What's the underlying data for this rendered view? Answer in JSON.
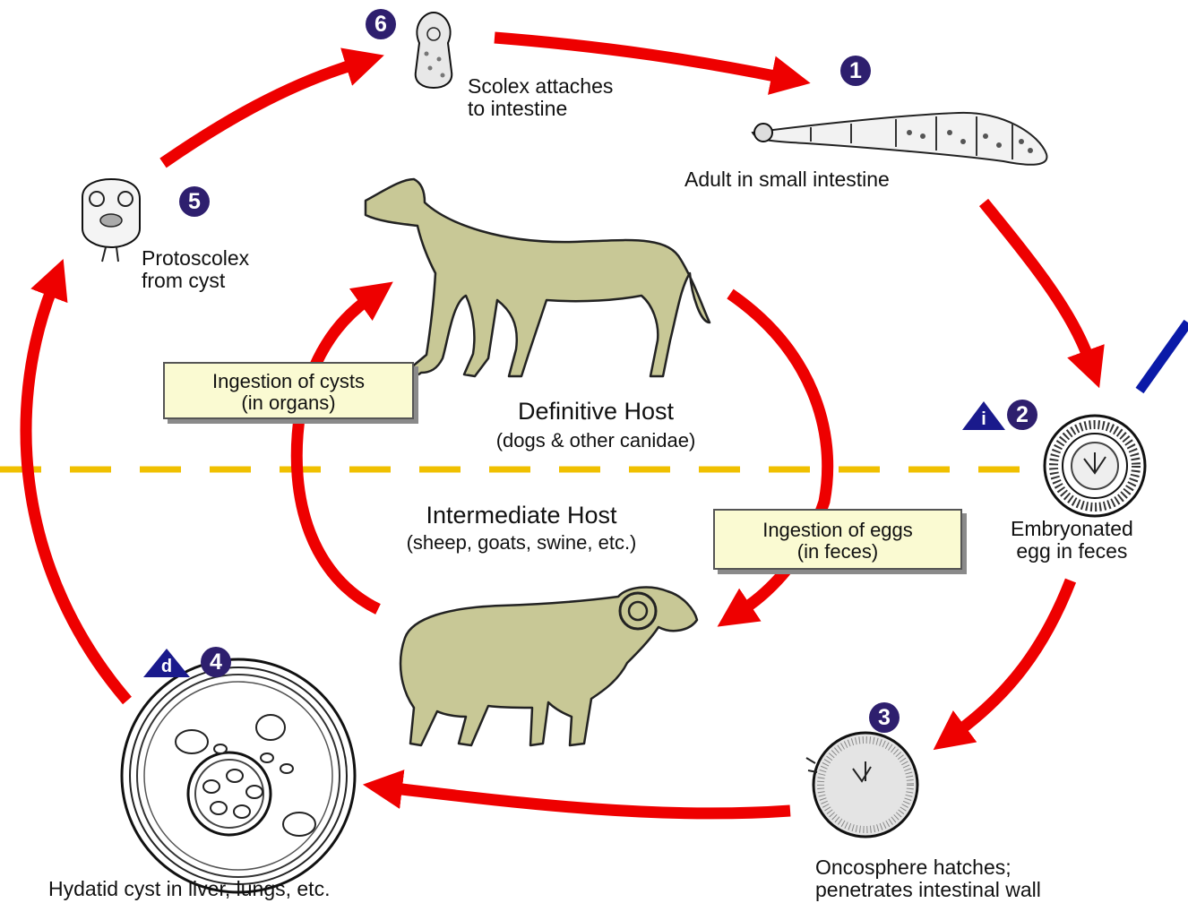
{
  "stages": [
    {
      "number": "1",
      "caption_lines": [
        "Adult in small intestine"
      ]
    },
    {
      "number": "2",
      "marker": "i",
      "caption_lines": [
        "Embryonated",
        "egg in feces"
      ]
    },
    {
      "number": "3",
      "caption_lines": [
        "Oncosphere hatches;",
        "penetrates intestinal wall"
      ]
    },
    {
      "number": "4",
      "marker": "d",
      "caption_lines": [
        "Hydatid cyst in liver, lungs, etc."
      ]
    },
    {
      "number": "5",
      "caption_lines": [
        "Protoscolex",
        "from cyst"
      ]
    },
    {
      "number": "6",
      "caption_lines": [
        "Scolex attaches",
        "to intestine"
      ]
    }
  ],
  "definitive_host": {
    "title": "Definitive Host",
    "subtitle": "(dogs & other canidae)"
  },
  "intermediate_host": {
    "title": "Intermediate Host",
    "subtitle": "(sheep, goats, swine, etc.)"
  },
  "boxes": {
    "cysts": {
      "line1": "Ingestion of cysts",
      "line2": "(in organs)"
    },
    "eggs": {
      "line1": "Ingestion of eggs",
      "line2": "(in feces)"
    }
  },
  "colors": {
    "arrow": "#ee0000",
    "badge": "#2e1f6e",
    "triangle": "#1a1a8c",
    "divider": "#f0c000",
    "animal_fill": "#c8c896",
    "box_fill": "#fafad2",
    "diagnostic_stroke": "#0a1aa8"
  },
  "icons": [
    "adult-tapeworm-icon",
    "egg-icon",
    "oncosphere-icon",
    "hydatid-cyst-icon",
    "protoscolex-icon",
    "scolex-icon",
    "dog-icon",
    "sheep-icon"
  ]
}
